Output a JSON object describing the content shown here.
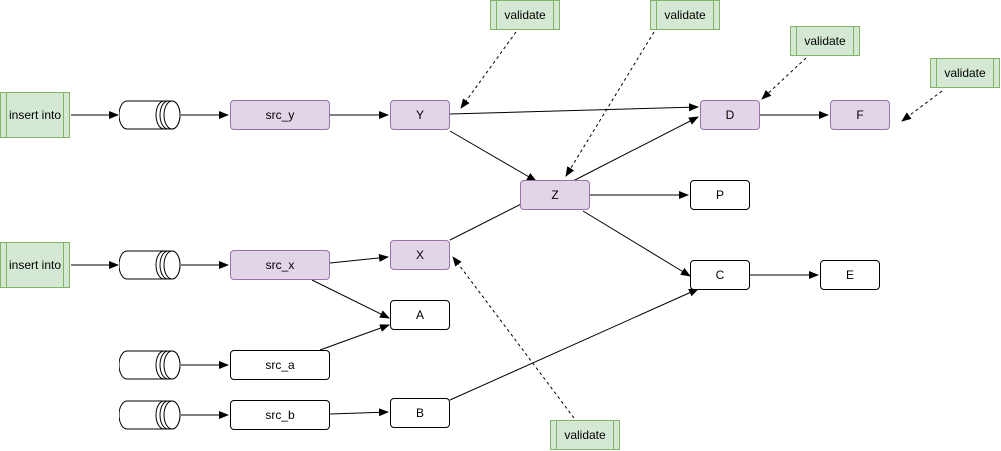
{
  "nodes": {
    "insert_y": "insert into",
    "insert_x": "insert into",
    "src_y": "src_y",
    "src_x": "src_x",
    "src_a": "src_a",
    "src_b": "src_b",
    "Y": "Y",
    "X": "X",
    "Z": "Z",
    "D": "D",
    "F": "F",
    "P": "P",
    "C": "C",
    "E": "E",
    "A": "A",
    "B": "B",
    "validate_y": "validate",
    "validate_z": "validate",
    "validate_d": "validate",
    "validate_f": "validate",
    "validate_x": "validate"
  },
  "colors": {
    "highlight_fill": "#e1d5e7",
    "highlight_border": "#9673a6",
    "process_fill": "#d5e8d4",
    "process_border": "#82b366",
    "edge": "#000000"
  },
  "icons": {
    "queue": "queue-cylinder-icon"
  }
}
